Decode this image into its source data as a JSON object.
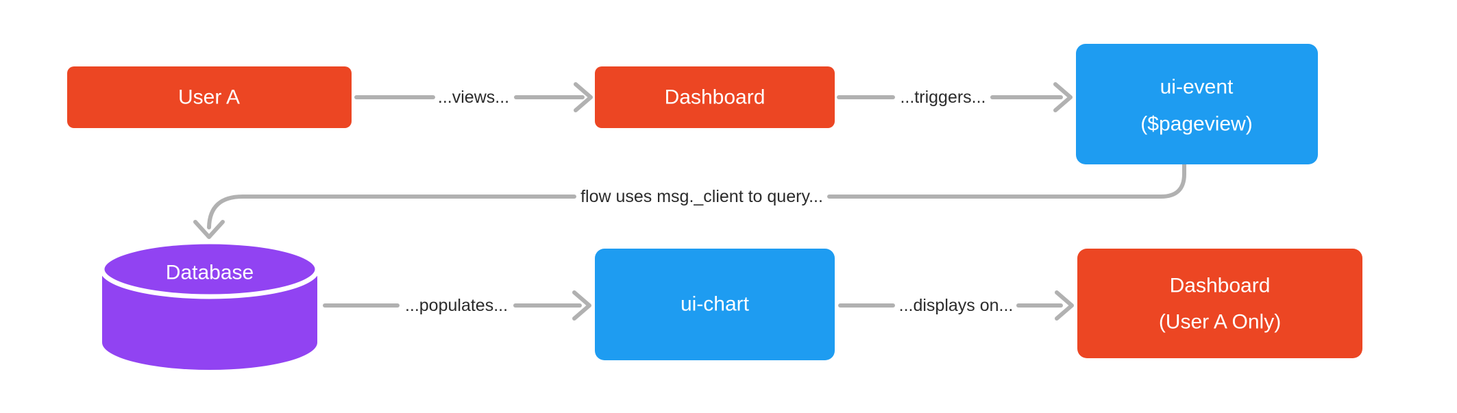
{
  "diagram": {
    "nodes": {
      "user_a": {
        "label": "User A",
        "color": "#EC4623"
      },
      "dashboard": {
        "label": "Dashboard",
        "color": "#EC4623"
      },
      "ui_event": {
        "label": "ui-event",
        "sublabel": "($pageview)",
        "color": "#1E9CF1"
      },
      "database": {
        "label": "Database",
        "color": "#9143F2"
      },
      "ui_chart": {
        "label": "ui-chart",
        "color": "#1E9CF1"
      },
      "dashboard_user_a": {
        "label": "Dashboard",
        "sublabel": "(User A Only)",
        "color": "#EC4623"
      }
    },
    "edges": {
      "views": {
        "label": "...views..."
      },
      "triggers": {
        "label": "...triggers..."
      },
      "query": {
        "label": "flow uses msg._client to query..."
      },
      "populates": {
        "label": "...populates..."
      },
      "displays_on": {
        "label": "...displays on..."
      }
    },
    "colors": {
      "arrow": "#B1B1B1",
      "edge_label_text": "#2B2B2B",
      "node_text": "#FFFFFF",
      "background": "#FFFFFF"
    }
  }
}
